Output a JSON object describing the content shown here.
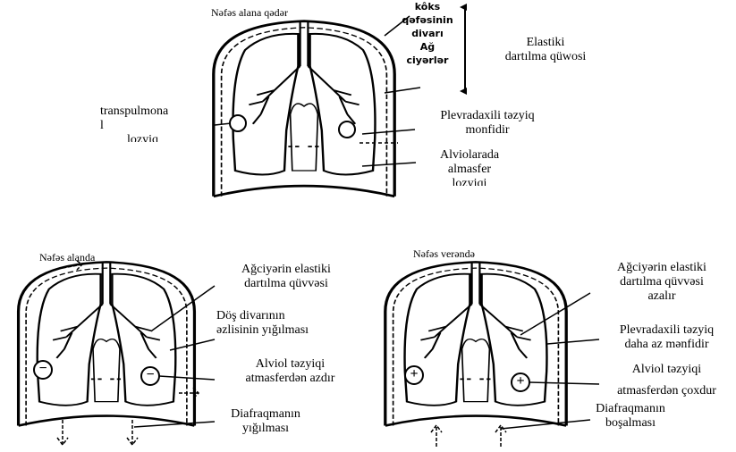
{
  "panels": {
    "top": {
      "title": "Nəfəs alana qədər",
      "wall_label_lines": [
        "kôks",
        "qəfəsinin",
        "divarı",
        "Ağ",
        "ciyərlər"
      ],
      "elastic_lines": [
        "Elastiki",
        "dartılma qüwosi"
      ],
      "transpulmonal_lines": [
        "transpulmona",
        "l",
        "lozyiq"
      ],
      "pleural_lines": [
        "Plevradaxili təzyiq",
        "monfidir"
      ],
      "alveolar_lines": [
        "Alviolarada",
        "almasfer",
        "lozyiqi"
      ]
    },
    "bottom_left": {
      "title": "Nəfəs alanda",
      "elastic_lines": [
        "Ağciyərin elastiki",
        "dartılma qüvvəsi"
      ],
      "chest_lines": [
        "Döş divarının",
        "əzlisinin yığılması"
      ],
      "alveol_lines": [
        "Alviol təzyiqi",
        "atmasferdən azdır"
      ],
      "diaphragm_lines": [
        "Diafraqmanın",
        "yığılması"
      ],
      "alveolar_sign": "−"
    },
    "bottom_right": {
      "title": "Nəfəs verəndə",
      "elastic_lines": [
        "Ağciyərin elastiki",
        "dartılma qüvvəsi",
        "azalır"
      ],
      "pleural_lines": [
        "Plevradaxili təzyiq",
        "daha az mənfidir"
      ],
      "alveol_lines": [
        "Alviol təzyiqi",
        "atmasferdən çoxdur"
      ],
      "diaphragm_lines": [
        "Diafraqmanın",
        "boşalması"
      ],
      "alveolar_sign": "+"
    }
  }
}
